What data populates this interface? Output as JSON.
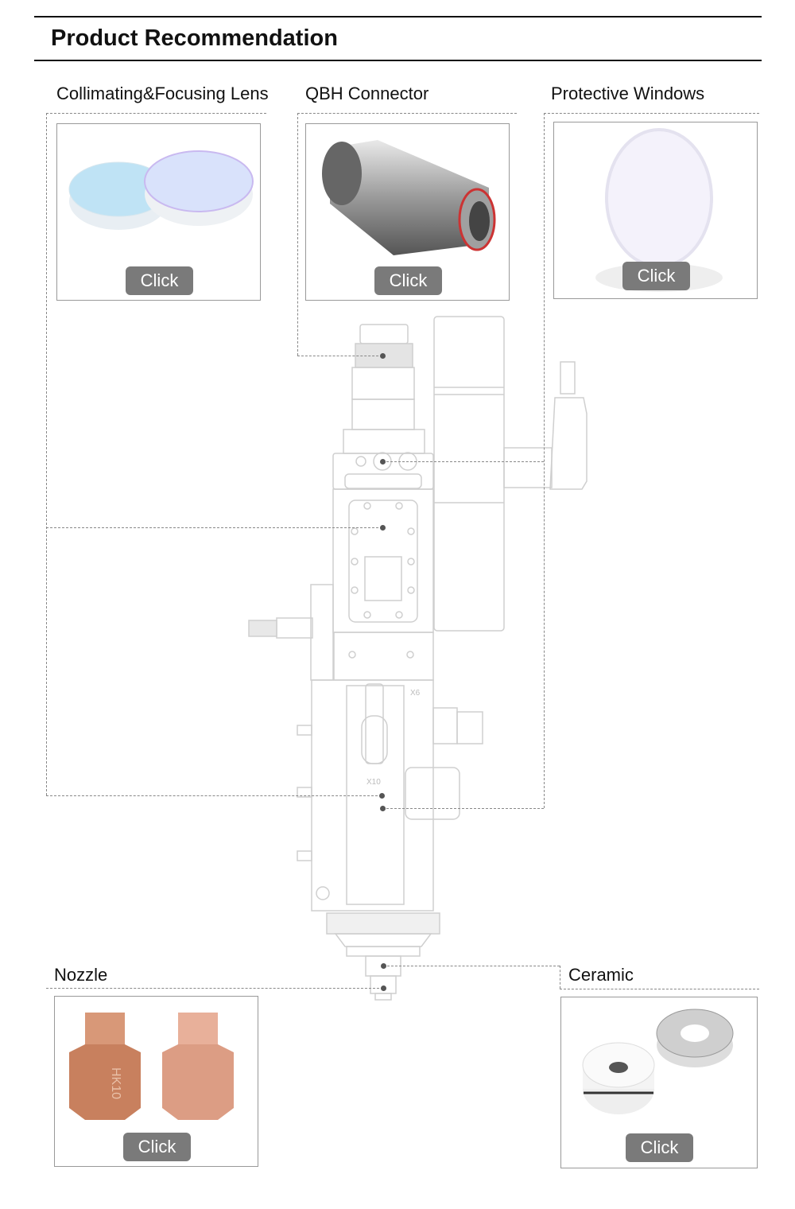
{
  "header": {
    "title": "Product Recommendation"
  },
  "products": [
    {
      "name": "Collimating&Focusing Lens",
      "button": "Click"
    },
    {
      "name": "QBH Connector",
      "button": "Click"
    },
    {
      "name": "Protective Windows",
      "button": "Click"
    },
    {
      "name": "Nozzle",
      "button": "Click",
      "engraving": "HK10"
    },
    {
      "name": "Ceramic",
      "button": "Click"
    }
  ],
  "drawing": {
    "labels": [
      "X6",
      "X10"
    ]
  }
}
